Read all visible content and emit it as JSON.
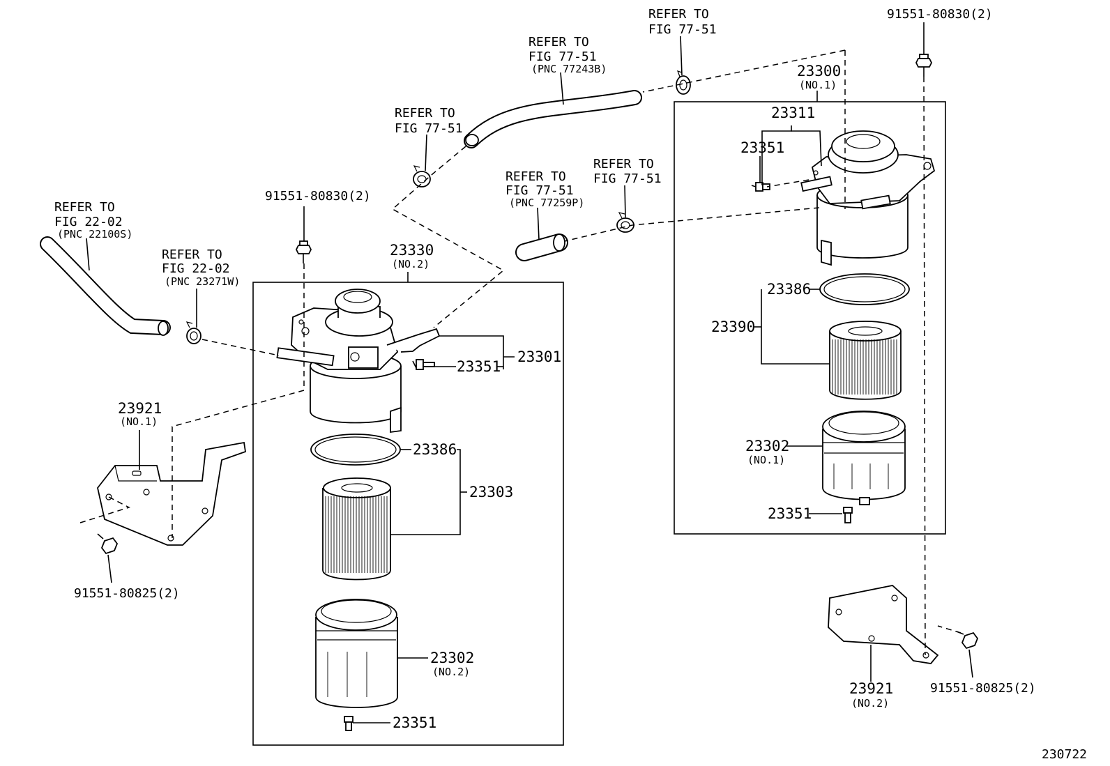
{
  "labels": {
    "refer_fig_7751_top": [
      "REFER TO",
      "FIG 77-51"
    ],
    "refer_fig_7751_pnc77243b": [
      "REFER TO",
      "FIG 77-51",
      "(PNC 77243B)"
    ],
    "refer_fig_7751_left_clamp": [
      "REFER TO",
      "FIG 77-51"
    ],
    "refer_fig_7751_pnc77259p": [
      "REFER TO",
      "FIG 77-51",
      "(PNC 77259P)"
    ],
    "refer_fig_7751_mid_clamp": [
      "REFER TO",
      "FIG 77-51"
    ],
    "refer_fig_2202_pnc22100s": [
      "REFER TO",
      "FIG 22-02",
      "(PNC 22100S)"
    ],
    "refer_fig_2202_pnc23271w": [
      "REFER TO",
      "FIG 22-02",
      "(PNC 23271W)"
    ],
    "bolt_top_left": "91551-80830(2)",
    "bolt_top_right": "91551-80830(2)",
    "bolt_bottom_left": "91551-80825(2)",
    "bolt_bottom_right": "91551-80825(2)",
    "assy_no2": {
      "num": "23330",
      "sub": "(NO.2)"
    },
    "assy_no1": {
      "num": "23300",
      "sub": "(NO.1)"
    },
    "head_left": "23301",
    "head_right": "23311",
    "plug_left_head": "23351",
    "plug_right_head": "23351",
    "plug_left_bottom": "23351",
    "plug_right_bottom": "23351",
    "oring_left": "23386",
    "oring_right": "23386",
    "element_set_left": "23303",
    "element_set_right": "23390",
    "bowl_left": {
      "num": "23302",
      "sub": "(NO.2)"
    },
    "bowl_right": {
      "num": "23302",
      "sub": "(NO.1)"
    },
    "bracket_left": {
      "num": "23921",
      "sub": "(NO.1)"
    },
    "bracket_right": {
      "num": "23921",
      "sub": "(NO.2)"
    },
    "figure_code": "230722"
  }
}
